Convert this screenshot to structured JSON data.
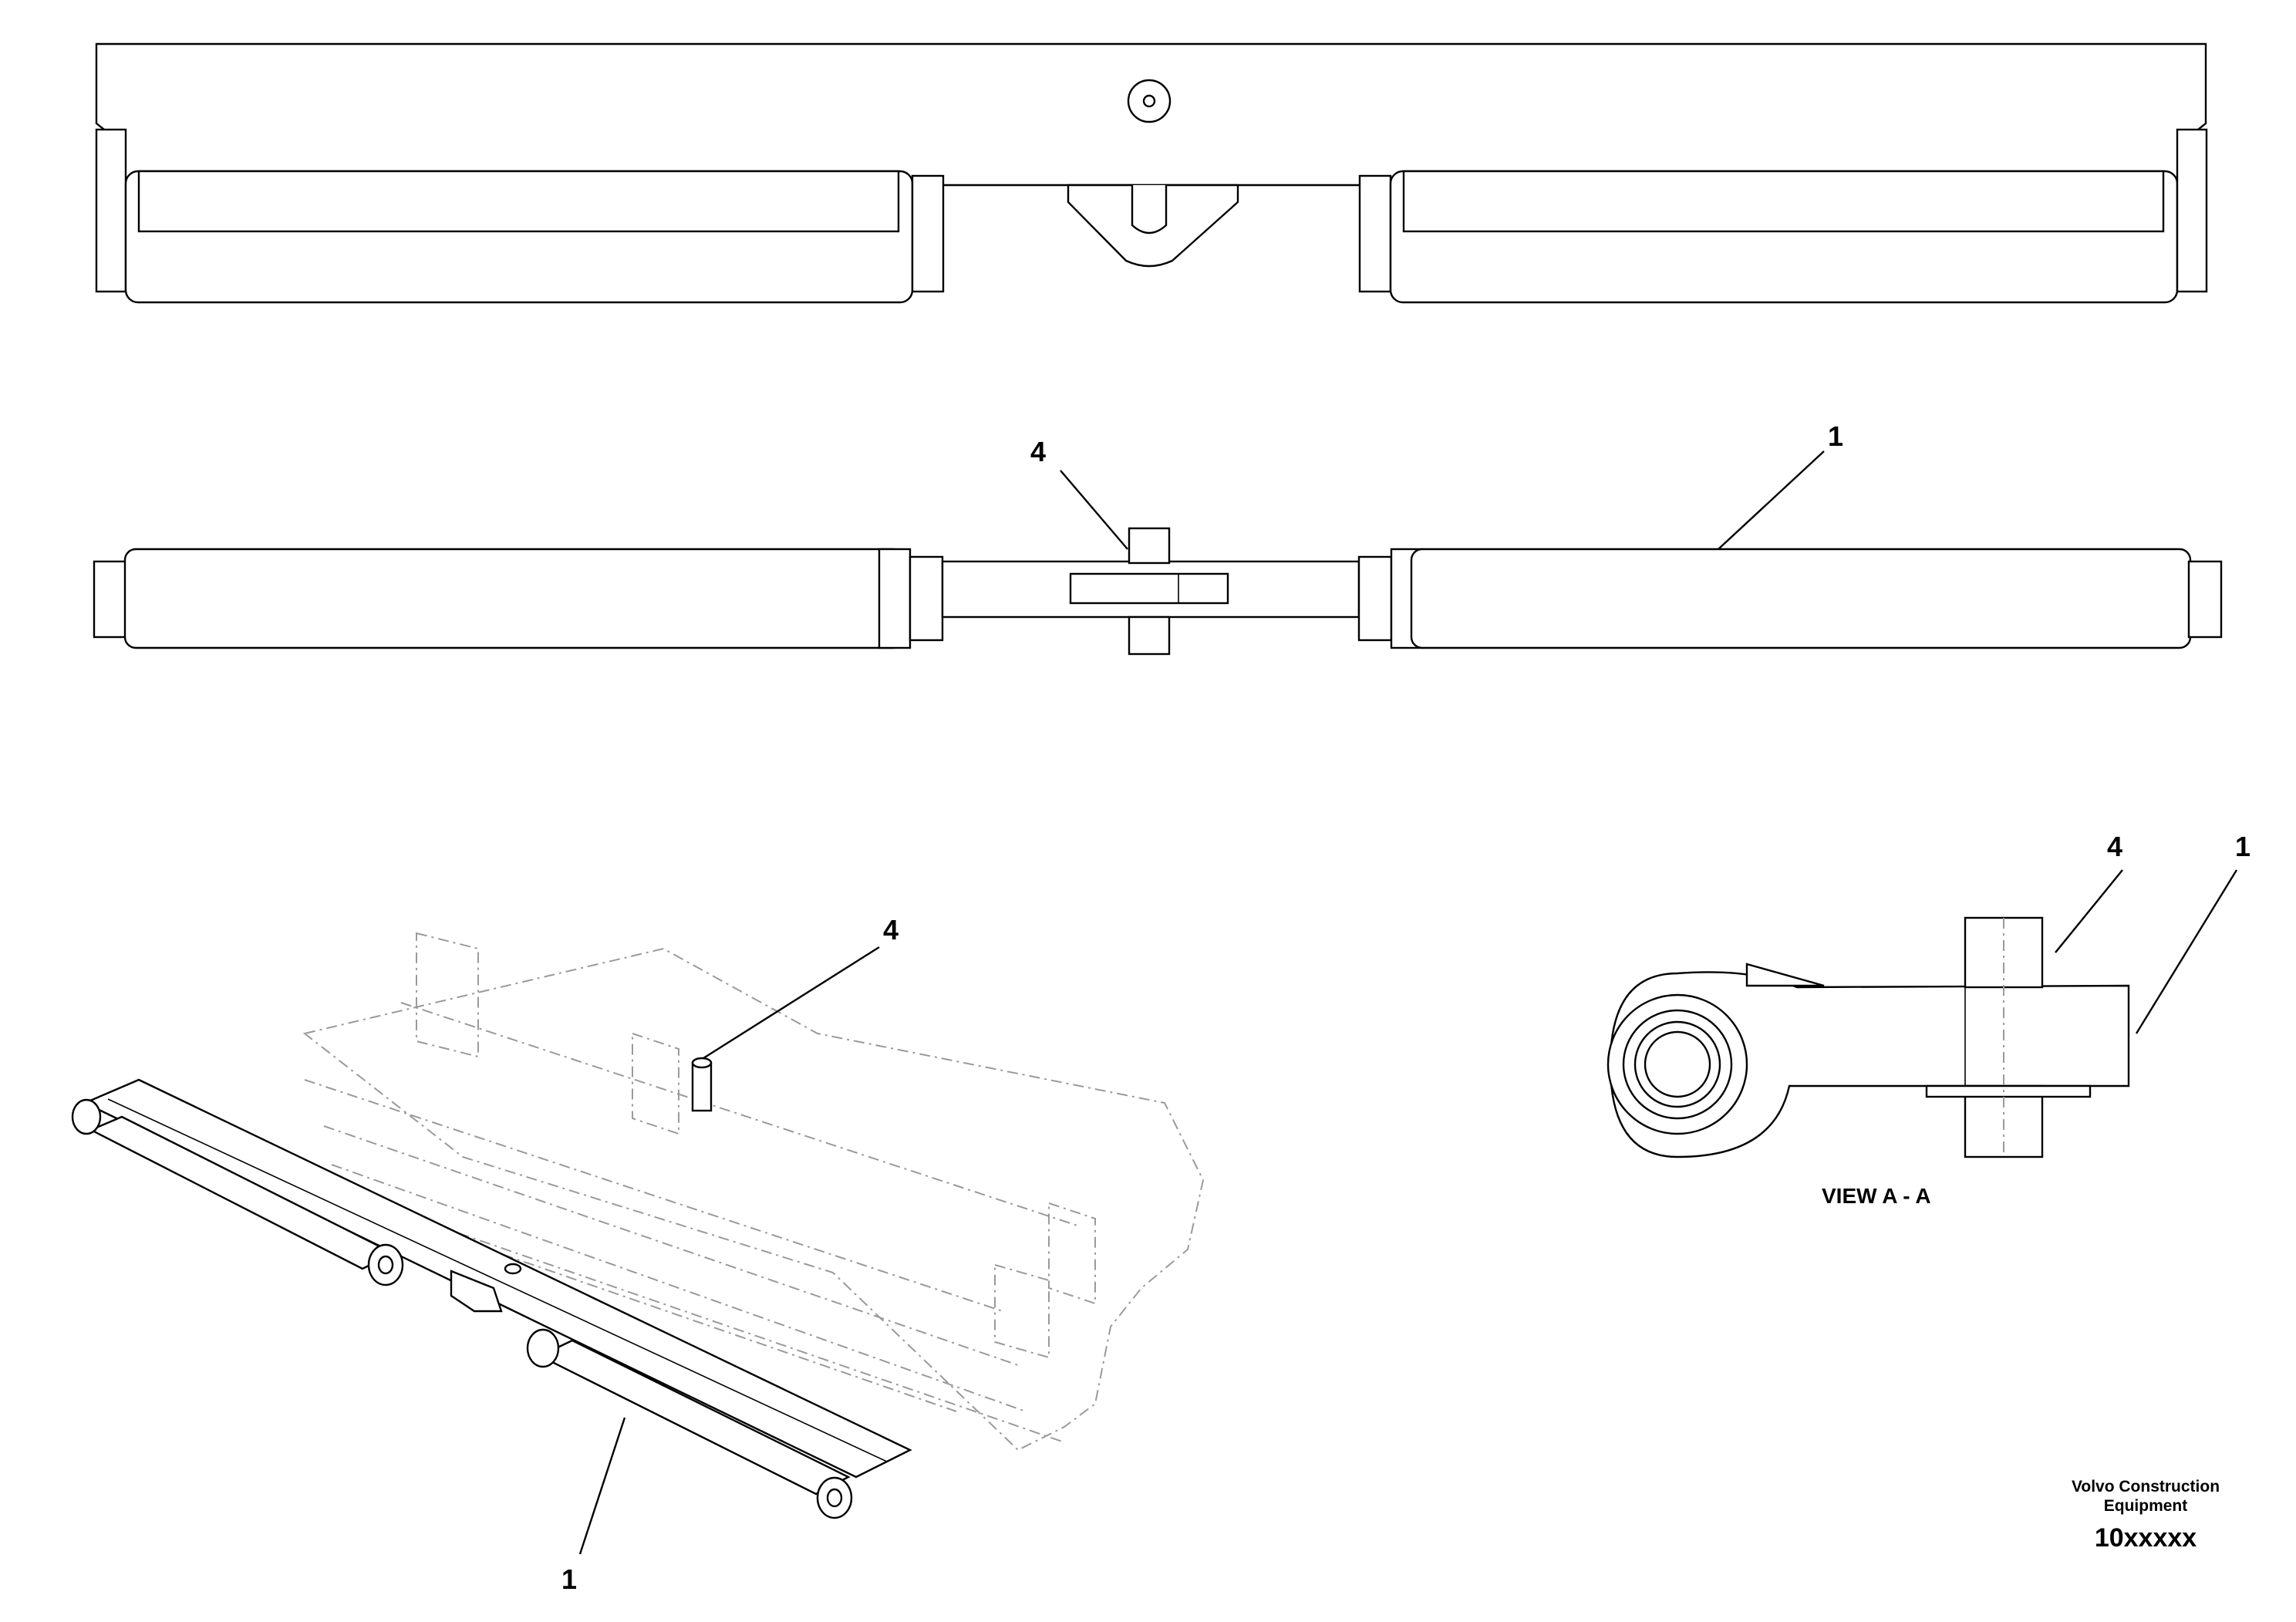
{
  "callouts": {
    "side_view_item_4": "4",
    "side_view_item_1": "1",
    "iso_view_item_4": "4",
    "iso_view_item_1": "1",
    "section_view_item_4": "4",
    "section_view_item_1": "1"
  },
  "section_title": "VIEW A - A",
  "footer": {
    "company_line1": "Volvo Construction",
    "company_line2": "Equipment",
    "drawing_number": "10xxxxx"
  },
  "colors": {
    "line": "#000000",
    "ghost_line": "#9a9a9a",
    "background": "#ffffff"
  }
}
